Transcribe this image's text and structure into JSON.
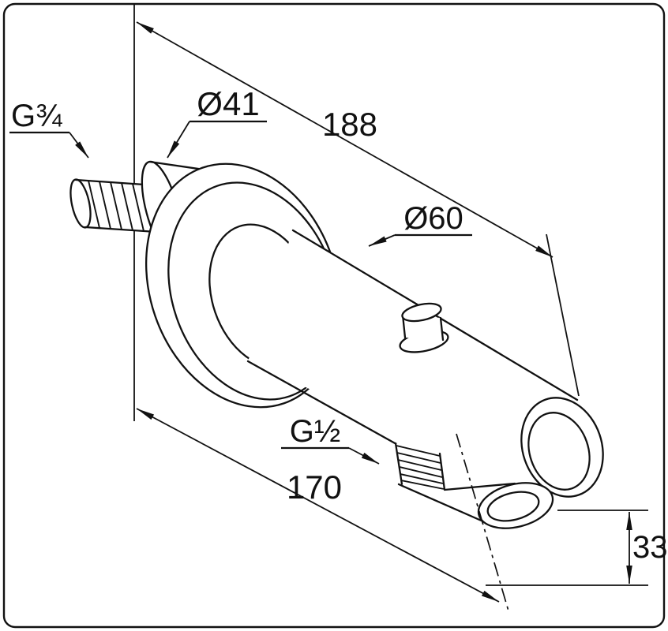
{
  "drawing": {
    "labels": {
      "inlet_thread": "G¾",
      "collar_diameter": "Ø41",
      "escutcheon_diameter": "Ø60",
      "outlet_thread": "G½"
    },
    "dimensions": {
      "total_length": "188",
      "spout_length": "170",
      "outlet_height": "33"
    },
    "colors": {
      "line": "#111111",
      "background": "#ffffff"
    }
  }
}
